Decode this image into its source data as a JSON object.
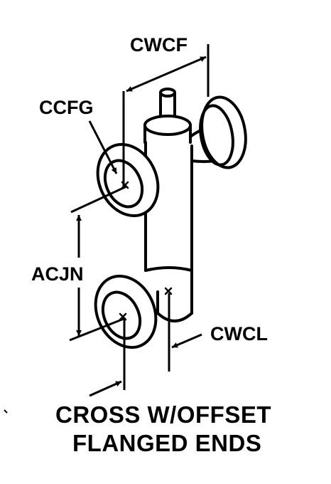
{
  "labels": {
    "cwcf": "CWCF",
    "ccfg": "CCFG",
    "acjn": "ACJN",
    "cwcl": "CWCL"
  },
  "caption": {
    "line1": "CROSS W/OFFSET",
    "line2": "FLANGED ENDS"
  }
}
